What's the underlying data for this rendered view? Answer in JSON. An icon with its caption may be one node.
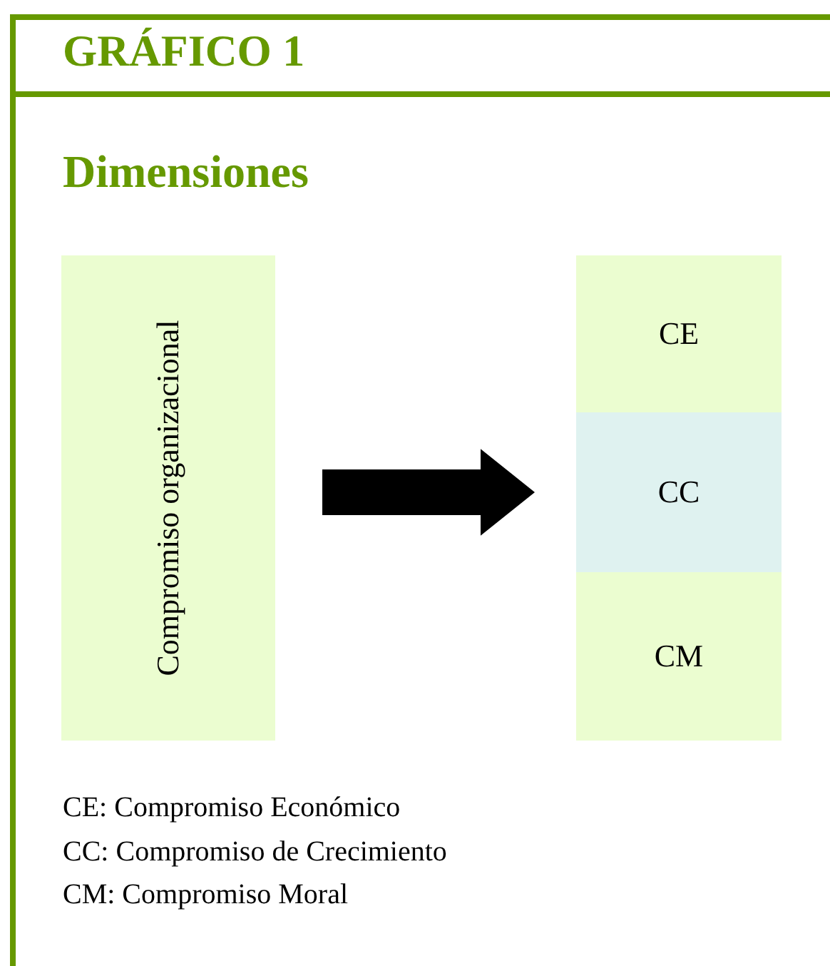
{
  "diagram": {
    "title": "GRÁFICO 1",
    "nodes": [
      {
        "text": [
          "Compromiso organizacional"
        ]
      },
      {
        "text": [
          "CE"
        ]
      },
      {
        "text": [
          "CC"
        ]
      },
      {
        "text": [
          "CM"
        ]
      }
    ],
    "edges": [
      {
        "from": 0,
        "to": 2,
        "arrow": "to",
        "style": "thick"
      }
    ],
    "labels": [
      "Dimensiones",
      "CE: Compromiso Económico",
      "CC: Compromiso de Crecimiento",
      "CM: Compromiso Moral"
    ]
  }
}
